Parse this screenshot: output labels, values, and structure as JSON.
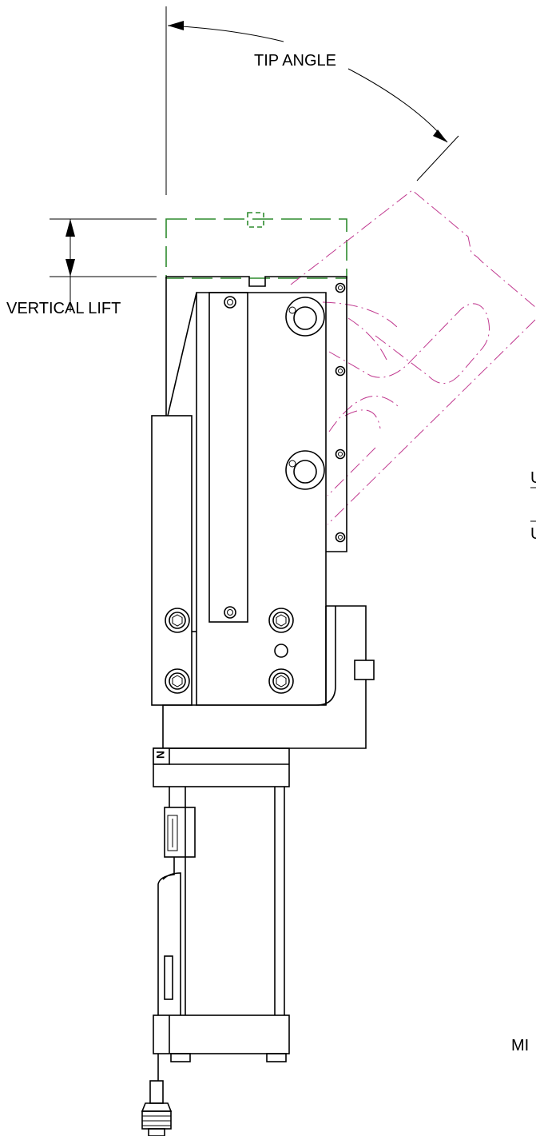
{
  "labels": {
    "tip_angle": "TIP ANGLE",
    "vertical_lift": "VERTICAL LIFT",
    "clip_right_1": "U",
    "clip_right_2": "U",
    "clip_bottom": "MI"
  },
  "colors": {
    "line": "#000000",
    "lift_outline": "#2e8b2e",
    "tip_outline": "#c0398f",
    "background": "#ffffff"
  }
}
